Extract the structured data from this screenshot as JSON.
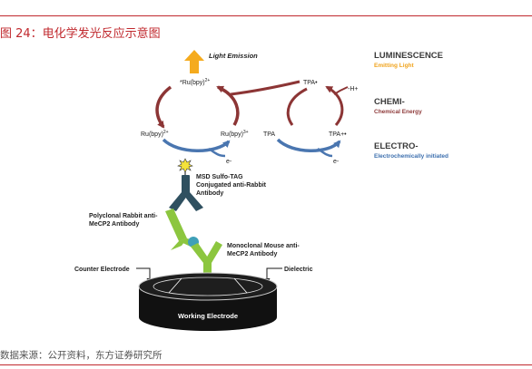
{
  "figure_title": "图 24：电化学发光反应示意图",
  "source_note": "数据来源：公开资料，东方证券研究所",
  "diagram": {
    "light_emission": "Light Emission",
    "ru_excited": "*Ru(bpy)",
    "ru_excited_sup": "2+",
    "ru_ground_left": "Ru(bpy)",
    "ru_ground_left_sup": "2+",
    "ru_oxidized": "Ru(bpy)",
    "ru_oxidized_sup": "3+",
    "tpa_radical": "TPA•",
    "minus_h": "-H+",
    "tpa": "TPA",
    "tpa_cation": "TPA+•",
    "electron_left": "e-",
    "electron_right": "e-",
    "msd_label": [
      "MSD Sulfo-TAG",
      "Conjugated anti-Rabbit",
      "Antibody"
    ],
    "polyclonal_label": [
      "Polyclonal Rabbit anti-",
      "MeCP2 Antibody"
    ],
    "monoclonal_label": [
      "Monoclonal Mouse anti-",
      "MeCP2 Antibody"
    ],
    "counter_electrode": "Counter Electrode",
    "dielectric": "Dielectric",
    "working_electrode": "Working Electrode"
  },
  "legend": {
    "luminescence": {
      "title": "LUMINESCENCE",
      "subtitle": "Emitting Light",
      "color": "#f0a31c"
    },
    "chemi": {
      "title": "CHEMI-",
      "subtitle": "Chemical Energy",
      "color": "#8e3a3a"
    },
    "electro": {
      "title": "ELECTRO-",
      "subtitle": "Electrochemically initiated",
      "color": "#3c6fae"
    }
  },
  "colors": {
    "accent_red": "#c0282d",
    "arrow_light": "#f5ab1e",
    "chemical_arrow": "#8c3535",
    "electro_arrow": "#4a76b0",
    "msd_antibody": "#2f5060",
    "green_antibody": "#8cc63f",
    "epitope": "#3fa0b8",
    "electrode": "#1a1a1a"
  }
}
